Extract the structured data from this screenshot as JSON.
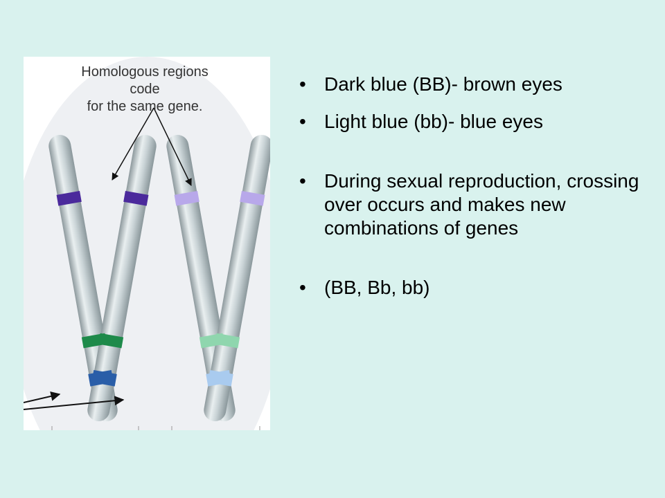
{
  "figure": {
    "caption": "Homologous regions code\nfor the same gene.",
    "colors": {
      "dark_purple": "#4b2a9c",
      "light_purple": "#b8a8ea",
      "dark_green": "#1e8a4a",
      "light_green": "#8fd6ae",
      "dark_blue": "#2a5ea8",
      "light_blue": "#a9cbef",
      "chromosome": "#b8c4c8"
    }
  },
  "bullets": [
    {
      "marker": "•",
      "text": "Dark blue (BB)- brown eyes"
    },
    {
      "marker": "•",
      "text": "Light blue (bb)- blue eyes"
    },
    {
      "marker": "•",
      "text": "During sexual reproduction, crossing over occurs and makes new combinations of genes"
    },
    {
      "marker": "•",
      "text": "(BB, Bb, bb)"
    }
  ]
}
